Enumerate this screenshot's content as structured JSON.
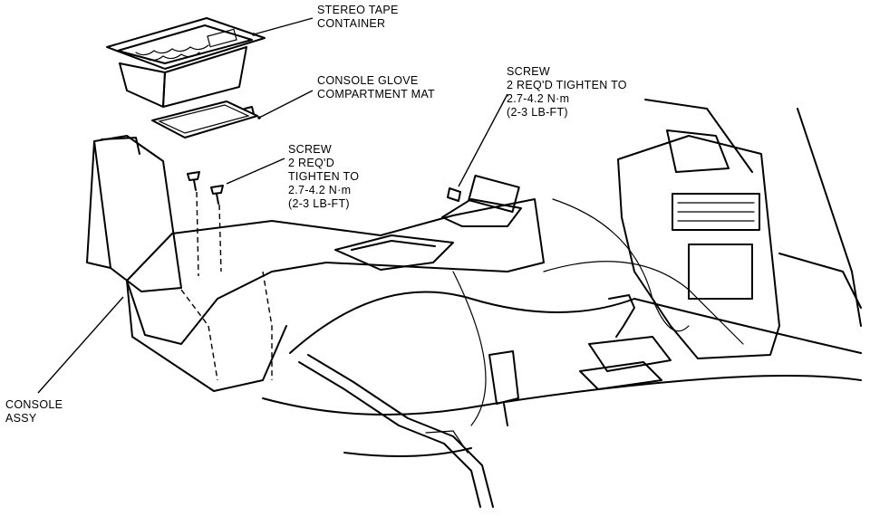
{
  "callouts": {
    "tape_container": [
      "STEREO TAPE",
      "CONTAINER"
    ],
    "glove_mat": [
      "CONSOLE GLOVE",
      "COMPARTMENT MAT"
    ],
    "screw_rear": [
      "SCREW",
      "2 REQ'D TIGHTEN TO",
      "2.7-4.2 N·m",
      "(2-3 LB-FT)"
    ],
    "screw_lid": [
      "SCREW",
      "2 REQ'D",
      "TIGHTEN TO",
      "2.7-4.2 N·m",
      "(2-3 LB-FT)"
    ],
    "console_assy": [
      "CONSOLE",
      "ASSY"
    ]
  }
}
